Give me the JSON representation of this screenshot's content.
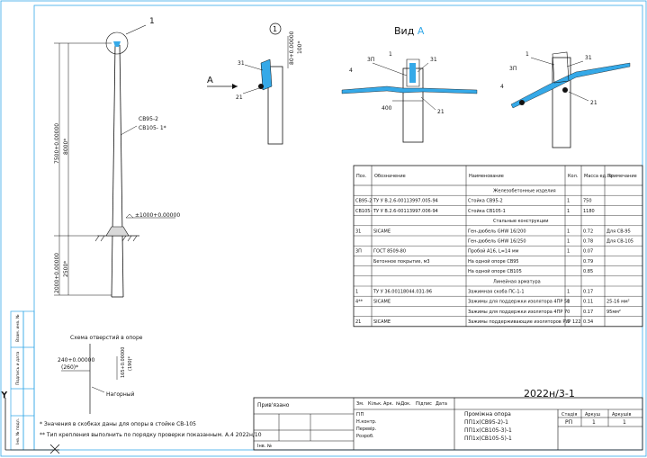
{
  "pole_view": {
    "callout": "1",
    "h_above_1": "7500+0.00000",
    "h_above_2": "8000*",
    "pole_id_1": "СВ95-2",
    "pole_id_2": "СВ105- 1*",
    "ground_level": "±1000+0.00000",
    "h_below_1": "2000+0.00000",
    "h_below_2": "2500*",
    "arrow_label": "A"
  },
  "detail_view": {
    "circle_label": "1",
    "dim_1": "80+0.00000",
    "dim_2": "100*",
    "label_31": "31",
    "label_21": "21"
  },
  "view_a": {
    "title_prefix": "Вид",
    "title_letter": "А",
    "labels": [
      "1",
      "3П",
      "31",
      "4",
      "21"
    ],
    "dim": "400"
  },
  "view_a2": {
    "labels": [
      "1",
      "3П",
      "31",
      "4",
      "21"
    ]
  },
  "holes": {
    "title": "Схема отверстий в опоре",
    "dim_w1": "240+0.00000",
    "dim_w2": "(260)*",
    "dim_h1": "165+0.00000",
    "dim_h2": "(190)*",
    "note": "Нагорный"
  },
  "notes": [
    "* Значения в скобках даны для опоры в стойке СВ-105",
    "** Тип крепления выполнить по порядку проверки показанным. А.4 2022н/10"
  ],
  "table": {
    "headers": [
      "Поз.",
      "Обозначение",
      "Наименование",
      "Кол.",
      "Масса ед. кг",
      "Примечание"
    ],
    "rows": [
      [
        "",
        "",
        "Железобетонные изделия",
        "",
        "",
        ""
      ],
      [
        "СВ95-2",
        "ТУ У В.2.6-00113997.005-94",
        "Стойка СВ95-2",
        "1",
        "750",
        ""
      ],
      [
        "СВ105-",
        "ТУ У В.2.6-00113997.006-94",
        "Стойка СВ105-1",
        "1",
        "1180",
        ""
      ],
      [
        "",
        "",
        "Стальные конструкции",
        "",
        "",
        ""
      ],
      [
        "31",
        "SICAME",
        "Ген-дюбель GHW 16/200",
        "1",
        "0.72",
        "Для СВ-95"
      ],
      [
        "",
        "",
        "Ген-дюбель GHW 16/250",
        "1",
        "0.78",
        "Для СВ-105"
      ],
      [
        "3П",
        "ГОСТ 8509-80",
        "Пробой А16, L=14 мм",
        "1",
        "0.07",
        ""
      ],
      [
        "",
        "Бетонное покрытие, м3",
        "На одной опоре СВ95",
        "",
        "0.79",
        ""
      ],
      [
        "",
        "",
        "На одной опоре СВ105",
        "",
        "0.85",
        ""
      ],
      [
        "",
        "",
        "Линейная арматура",
        "",
        "",
        ""
      ],
      [
        "1",
        "ТУ У 36.00118044.031-96",
        "Зажимная скоба ПС-1-1",
        "1",
        "0.17",
        ""
      ],
      [
        "4**",
        "SICAME",
        "Зажимы для поддержки изолятора 4ПР 50",
        "1",
        "0.11",
        "25-16 мм²"
      ],
      [
        "",
        "",
        "Зажимы для поддержки изолятора 4ПР 70",
        "",
        "0.17",
        "95мм²"
      ],
      [
        "21",
        "SICAME",
        "Зажимы поддерживающие изоляторов РУР 122",
        "1",
        "0.34",
        ""
      ]
    ]
  },
  "title_block": {
    "doc_code": "2022н/3-1",
    "revision_headers": [
      "Зм.",
      "Кільк.",
      "Арк.",
      "№Док.",
      "Підпис",
      "Дата"
    ],
    "roles": [
      "ГІП",
      "Н.контр.",
      "Перевір.",
      "Розроб."
    ],
    "description": [
      "Проміжна опора",
      "ПП1х(СВ95-2)-1",
      "ПП1х(СВ105-3)-1",
      "ПП1х(СВ105-5)-1"
    ],
    "stage_headers": [
      "Стадія",
      "Аркуш",
      "Аркушів"
    ],
    "stage_values": [
      "РП",
      "1",
      "1"
    ],
    "approved": "Прив'язано",
    "inv": "Інв. №"
  },
  "side_stamp": [
    "Інв. № подл.",
    "Подпись и дата",
    "Взам. инв. №"
  ]
}
